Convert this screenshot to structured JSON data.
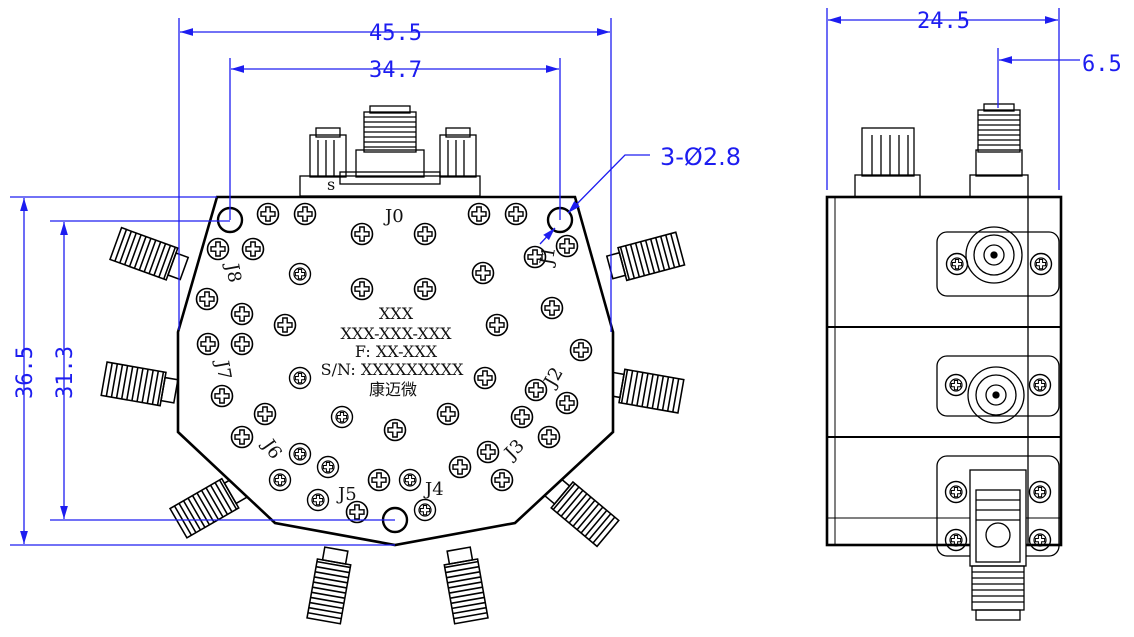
{
  "dimensions": {
    "width_outer": "45.5",
    "width_holes": "34.7",
    "height_outer": "36.5",
    "height_holes": "31.3",
    "side_width": "24.5",
    "side_offset": "6.5"
  },
  "callout": "3-Ø2.8",
  "ports": [
    "J0",
    "J1",
    "J2",
    "J3",
    "J4",
    "J5",
    "J6",
    "J7",
    "J8"
  ],
  "small_mark": "s",
  "nameplate": {
    "line1": "XXX",
    "line2": "XXX-XXX-XXX",
    "line3": "F: XX-XXX",
    "line4": "S/N: XXXXXXXXX",
    "line5": "康迈微"
  },
  "colors": {
    "dimension": "#1d1df0",
    "outline": "#000000"
  }
}
